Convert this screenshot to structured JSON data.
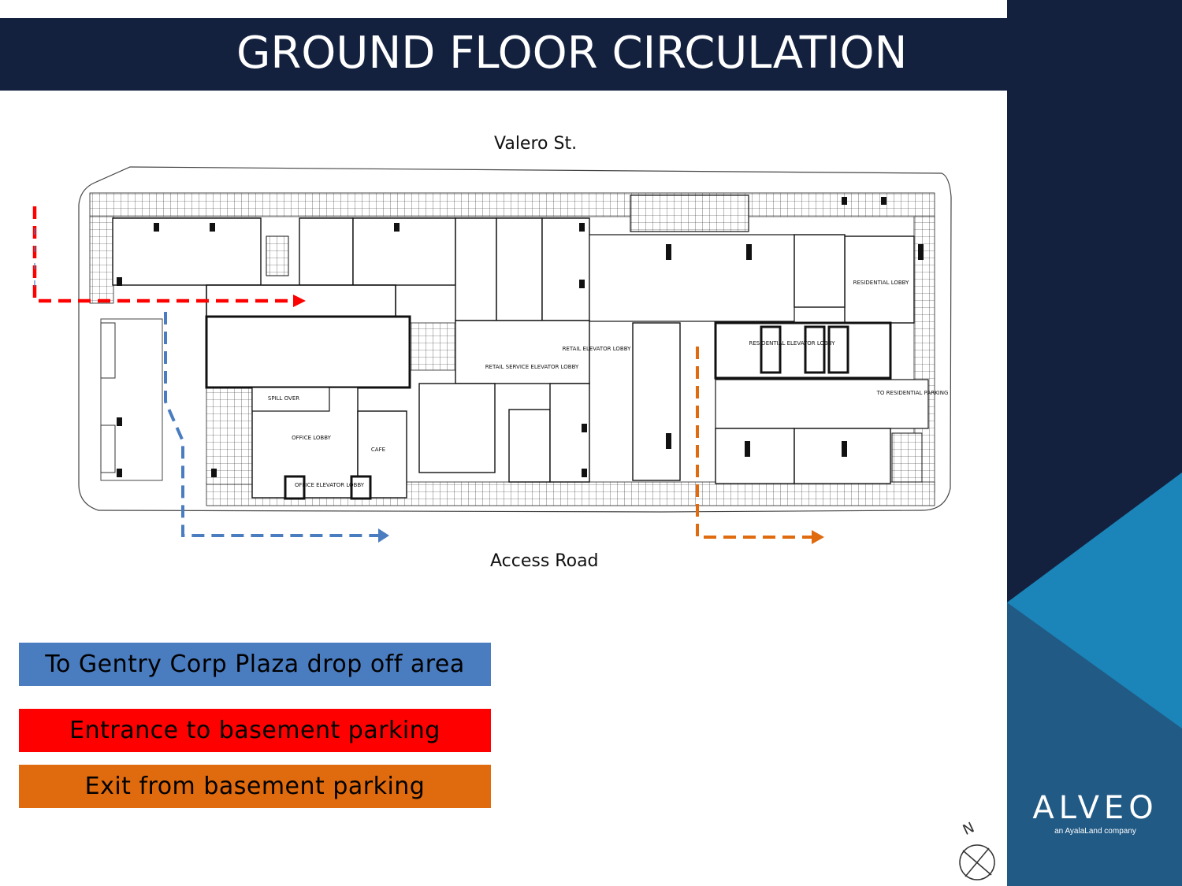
{
  "title": "GROUND FLOOR CIRCULATION",
  "streets": {
    "north": "Valero St.",
    "south": "Access Road"
  },
  "plan_labels": {
    "residential_lobby": "RESIDENTIAL LOBBY",
    "residential_elevator_lobby": "RESIDENTIAL ELEVATOR LOBBY",
    "to_residential_parking": "TO RESIDENTIAL PARKING",
    "retail_elevator_lobby": "RETAIL ELEVATOR LOBBY",
    "retail_service_elevator_lobby": "RETAIL SERVICE ELEVATOR LOBBY",
    "spill_over": "SPILL OVER",
    "office_lobby": "OFFICE LOBBY",
    "cafe": "CAFE",
    "office_elevator_lobby": "OFFICE ELEVATOR LOBBY"
  },
  "legend": [
    {
      "label": "To Gentry Corp Plaza drop off area",
      "color": "#4a7cc0"
    },
    {
      "label": "Entrance to basement parking",
      "color": "#ff0000"
    },
    {
      "label": "Exit from basement parking",
      "color": "#e06a0e"
    }
  ],
  "brand": {
    "name": "ALVEO",
    "tagline": "an AyalaLand company"
  },
  "compass": {
    "label": "N"
  },
  "colors": {
    "navy": "#13213f",
    "teal": "#1b84b8",
    "steel": "#215a85",
    "route_blue": "#4a7cc0",
    "route_red": "#ff0000",
    "route_orange": "#e06a0e"
  }
}
